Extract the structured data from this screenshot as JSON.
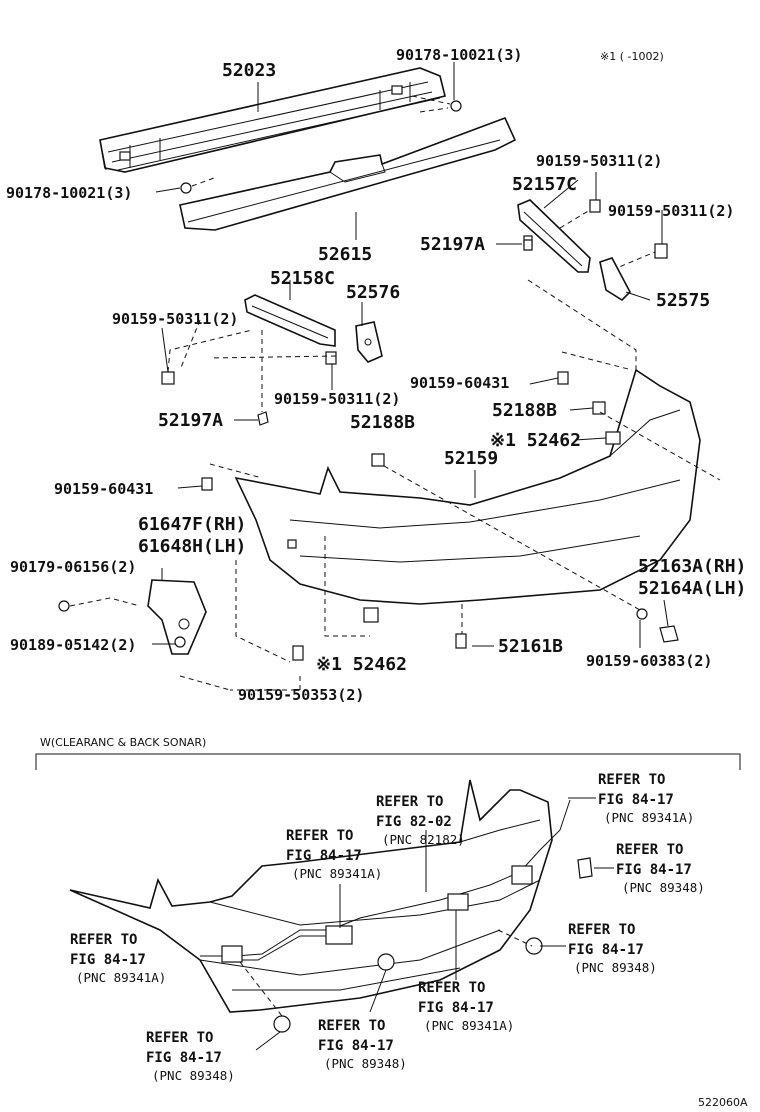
{
  "note_top": "※1 (      -1002)",
  "parts": {
    "p52023": "52023",
    "p90178_top": "90178-10021(3)",
    "p90178_left": "90178-10021(3)",
    "p52615": "52615",
    "p90159_50311_a": "90159-50311(2)",
    "p52157C": "52157C",
    "p90159_50311_b": "90159-50311(2)",
    "p52197A_right": "52197A",
    "p52575": "52575",
    "p52158C": "52158C",
    "p52576": "52576",
    "p90159_50311_c": "90159-50311(2)",
    "p90159_50311_d": "90159-50311(2)",
    "p90159_60431_a": "90159-60431",
    "p52197A_left": "52197A",
    "p52188B": "52188B",
    "p52188B_2": "52188B",
    "p52462_a": "※1 52462",
    "p52159": "52159",
    "p90159_60431_b": "90159-60431",
    "p61647F": "61647F(RH)",
    "p61648H": "61648H(LH)",
    "p90179": "90179-06156(2)",
    "p90189": "90189-05142(2)",
    "p52163A": "52163A(RH)",
    "p52164A": "52164A(LH)",
    "p52462_b": "※1 52462",
    "p52161B": "52161B",
    "p90159_60383": "90159-60383(2)",
    "p90159_50353": "90159-50353(2)"
  },
  "section_title": "W(CLEARANC & BACK SONAR)",
  "refs": [
    {
      "l1": "REFER TO",
      "l2": "FIG 84-17",
      "l3": "(PNC 89341A)"
    },
    {
      "l1": "REFER TO",
      "l2": "FIG 82-02",
      "l3": "(PNC 82182)"
    },
    {
      "l1": "REFER TO",
      "l2": "FIG 84-17",
      "l3": "(PNC 89341A)"
    },
    {
      "l1": "REFER TO",
      "l2": "FIG 84-17",
      "l3": "(PNC 89348)"
    },
    {
      "l1": "REFER TO",
      "l2": "FIG 84-17",
      "l3": "(PNC 89341A)"
    },
    {
      "l1": "REFER TO",
      "l2": "FIG 84-17",
      "l3": "(PNC 89348)"
    },
    {
      "l1": "REFER TO",
      "l2": "FIG 84-17",
      "l3": "(PNC 89341A)"
    },
    {
      "l1": "REFER TO",
      "l2": "FIG 84-17",
      "l3": "(PNC 89348)"
    },
    {
      "l1": "REFER TO",
      "l2": "FIG 84-17",
      "l3": "(PNC 89348)"
    }
  ],
  "figure_code": "522060A"
}
